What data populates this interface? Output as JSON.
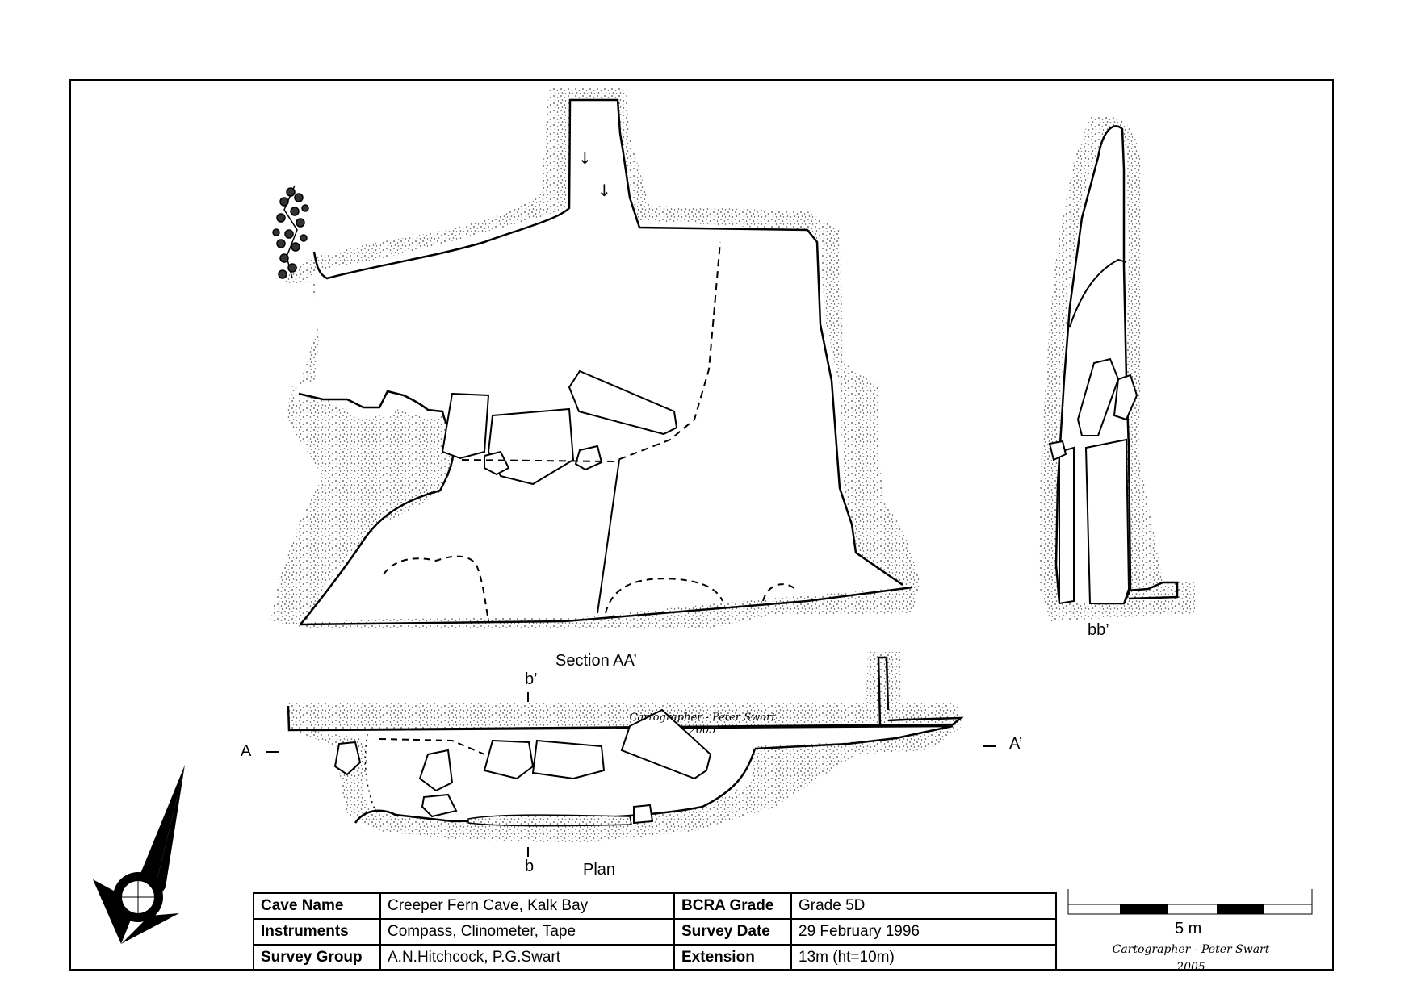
{
  "labels": {
    "section_aa": "Section AA’",
    "section_bb": "bb’",
    "plan": "Plan",
    "a": "A",
    "a_prime": "A’",
    "b": "b",
    "b_prime": "b’",
    "scale": "5 m"
  },
  "credits": {
    "plan_name": "Cartographer - Peter Swart",
    "plan_year": "2005",
    "footer_name": "Cartographer - Peter Swart",
    "footer_year": "2005"
  },
  "info_table": {
    "cave_name_label": "Cave Name",
    "cave_name": "Creeper Fern Cave, Kalk Bay",
    "bcra_grade_label": "BCRA Grade",
    "bcra_grade": "Grade 5D",
    "instruments_label": "Instruments",
    "instruments": "Compass, Clinometer, Tape",
    "survey_date_label": "Survey Date",
    "survey_date": "29 February 1996",
    "survey_group_label": "Survey Group",
    "survey_group": "A.N.Hitchcock, P.G.Swart",
    "extension_label": "Extension",
    "extension": "13m (ht=10m)"
  },
  "icons": [
    "north-arrow-compass-icon",
    "fern-plant-icon",
    "scale-bar-icon"
  ],
  "colors": {
    "ink": "#000000",
    "stipple": "#444444",
    "background": "#ffffff"
  }
}
